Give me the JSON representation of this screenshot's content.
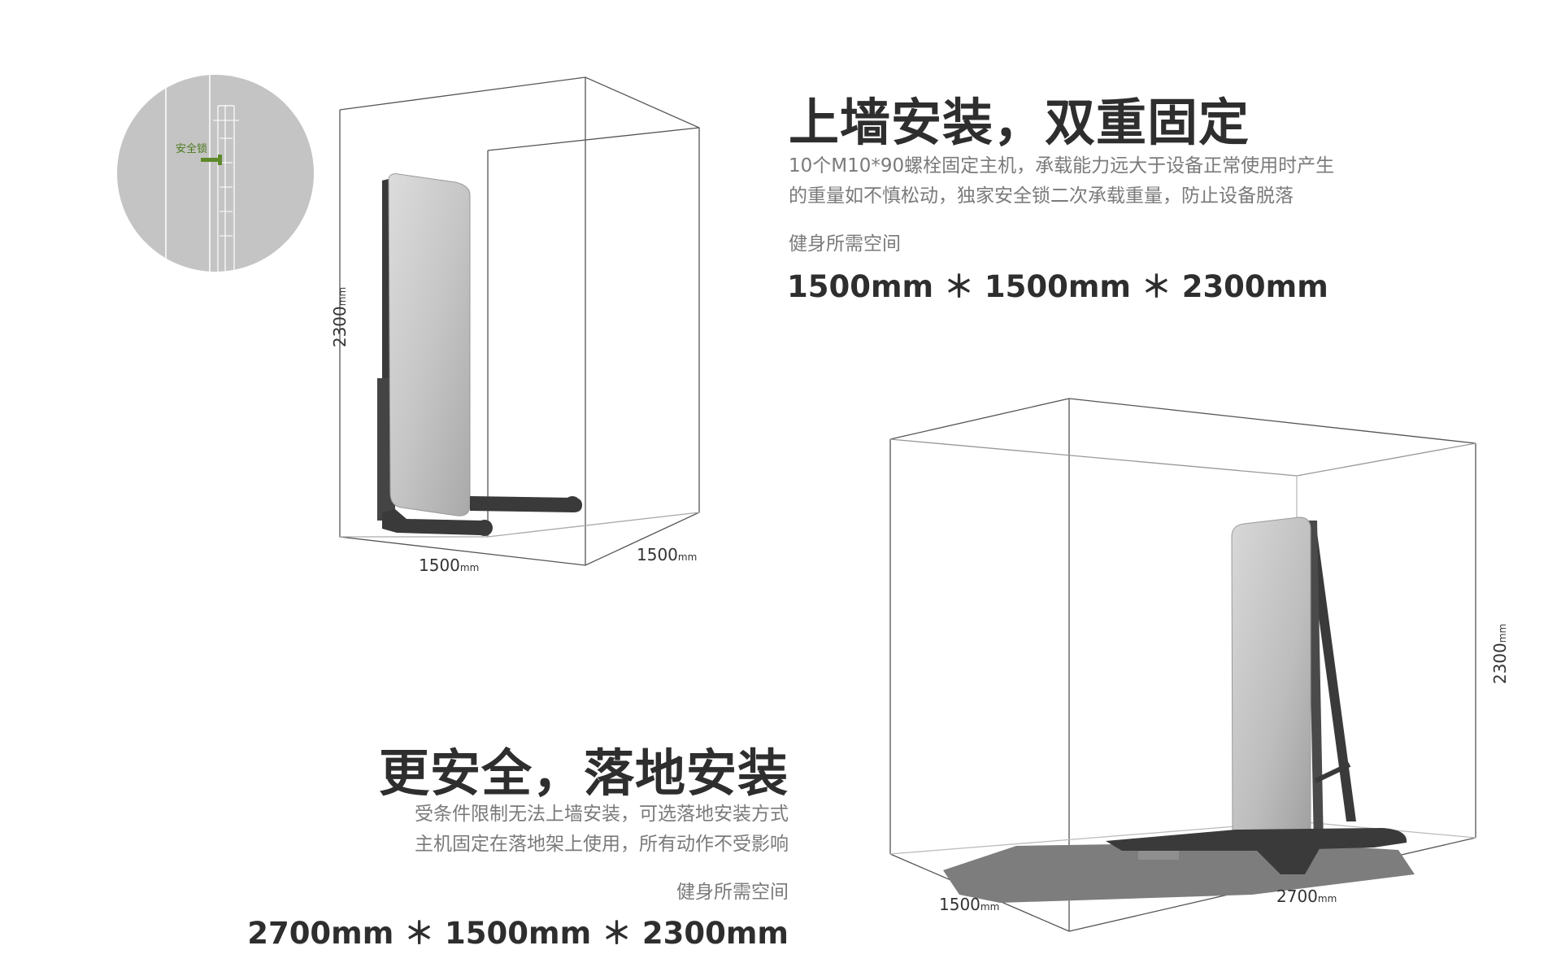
{
  "detail_inset": {
    "label": "安全锁"
  },
  "wall_mount": {
    "title": "上墙安装，双重固定",
    "desc_lines": [
      "10个M10*90螺栓固定主机，承载能力远大于设备正常使用时产生",
      "的重量如不慎松动，独家安全锁二次承载重量，防止设备脱落"
    ],
    "space_label": "健身所需空间",
    "dimensions": "1500mm ＊ 1500mm ＊ 2300mm",
    "box_labels": {
      "height": "2300",
      "width": "1500",
      "depth": "1500",
      "unit": "mm"
    }
  },
  "floor_mount": {
    "title": "更安全，落地安装",
    "desc_lines": [
      "受条件限制无法上墙安装，可选落地安装方式",
      "主机固定在落地架上使用，所有动作不受影响"
    ],
    "space_label": "健身所需空间",
    "dimensions": "2700mm ＊ 1500mm ＊ 2300mm",
    "box_labels": {
      "height": "2300",
      "width": "2700",
      "depth": "1500",
      "unit": "mm"
    }
  },
  "colors": {
    "title": "#2e2e2e",
    "text": "#7a7a7a",
    "box_line": "#555555",
    "inset_bg": "#c4c4c4",
    "lock_label": "#4a7a1a",
    "frame": "#3a3a3a",
    "mirror": "#c8c8c8",
    "floor_mat": "#7d7d7d"
  }
}
